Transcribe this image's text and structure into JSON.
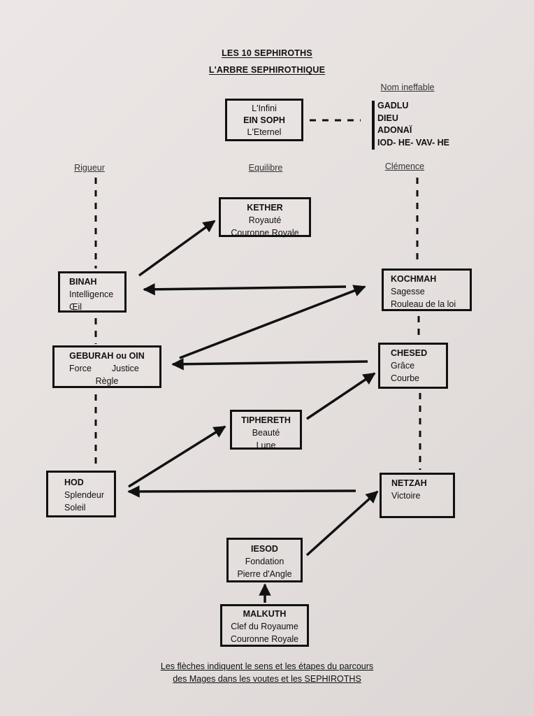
{
  "title": {
    "line1": "LES 10 SEPHIROTHS",
    "line2": "L'ARBRE SEPHIROTHIQUE"
  },
  "columns": {
    "left": "Rigueur",
    "center": "Equilibre",
    "right": "Clémence"
  },
  "nom_ineffable": {
    "label": "Nom ineffable",
    "names": [
      "GADLU",
      "DIEU",
      "ADONAÏ",
      "IOD- HE- VAV- HE"
    ]
  },
  "sephiroths": {
    "ein_soph": {
      "line1": "L'Infini",
      "name": "EIN SOPH",
      "line3": "L'Eternel"
    },
    "kether": {
      "name": "KETHER",
      "line2": "Royauté",
      "line3": "Couronne Royale"
    },
    "binah": {
      "name": "BINAH",
      "line2": "Intelligence",
      "line3": "Œil"
    },
    "kochmah": {
      "name": "KOCHMAH",
      "line2": "Sagesse",
      "line3": "Rouleau de la loi"
    },
    "geburah": {
      "name": "GEBURAH ou OIN",
      "line2a": "Force",
      "line2b": "Justice",
      "line3": "Règle"
    },
    "chesed": {
      "name": "CHESED",
      "line2": "Grâce",
      "line3": "Courbe"
    },
    "tiphereth": {
      "name": "TIPHERETH",
      "line2": "Beauté",
      "line3": "Lune"
    },
    "hod": {
      "name": "HOD",
      "line2": "Splendeur",
      "line3": "Soleil"
    },
    "netzah": {
      "name": "NETZAH",
      "line2": "Victoire"
    },
    "iesod": {
      "name": "IESOD",
      "line2": "Fondation",
      "line3": "Pierre d'Angle"
    },
    "malkuth": {
      "name": "MALKUTH",
      "line2": "Clef du Royaume",
      "line3": "Couronne Royale"
    }
  },
  "footer": {
    "line1": "Les flèches indiquent le sens et les étapes  du parcours",
    "line2": "des Mages dans les voutes et les SEPHIROTHS"
  }
}
